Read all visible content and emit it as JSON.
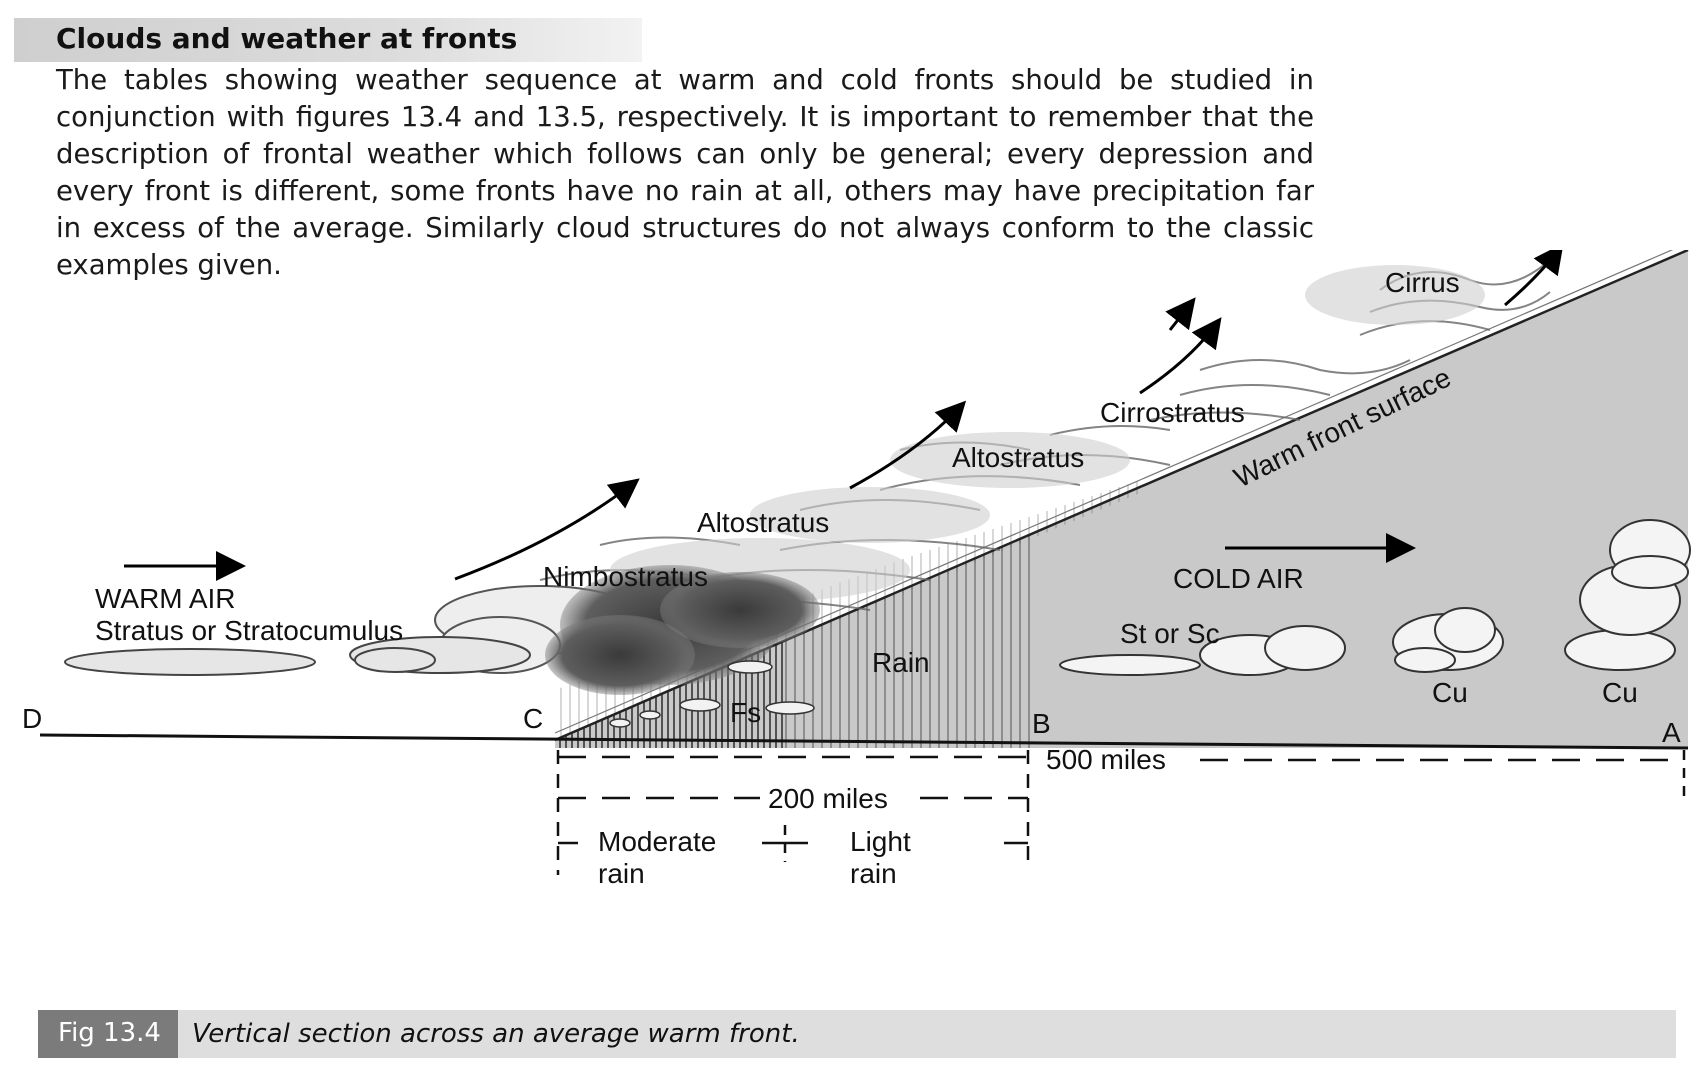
{
  "heading": "Clouds and weather at fronts",
  "intro": "The tables showing weather sequence at warm and cold fronts should be studied in conjunction with figures 13.4 and 13.5, respectively. It is important to remember that the description of frontal weather which follows can only be general; every depression and every front is different, some fronts have no rain at all, others may have precipitation far in excess of the average. Similarly cloud structures do not always conform to the classic examples given.",
  "diagram": {
    "labels": {
      "cirrus": "Cirrus",
      "cirrostratus": "Cirrostratus",
      "altostratus_upper": "Altostratus",
      "altostratus_lower": "Altostratus",
      "nimbostratus": "Nimbostratus",
      "warm_front_surface": "Warm front surface",
      "cold_air": "COLD AIR",
      "warm_air": "WARM AIR",
      "stratus_or_stratocumulus": "Stratus or Stratocumulus",
      "st_or_sc": "St or Sc",
      "cu_1": "Cu",
      "cu_2": "Cu",
      "rain": "Rain",
      "fs": "Fs",
      "point_a": "A",
      "point_b": "B",
      "point_c": "C",
      "point_d": "D"
    },
    "distances": {
      "distance_500": "500 miles",
      "distance_200": "200 miles",
      "moderate_rain_line1": "Moderate",
      "moderate_rain_line2": "rain",
      "light_rain_line1": "Light",
      "light_rain_line2": "rain"
    },
    "colors": {
      "cold_air_fill": "#c9c9c9",
      "precipitation_shade": "#555555",
      "caption_tag": "#7b7b7b",
      "caption_bar": "#dedede"
    }
  },
  "caption": {
    "tag": "Fig 13.4",
    "text": "Vertical section across an average warm front."
  }
}
